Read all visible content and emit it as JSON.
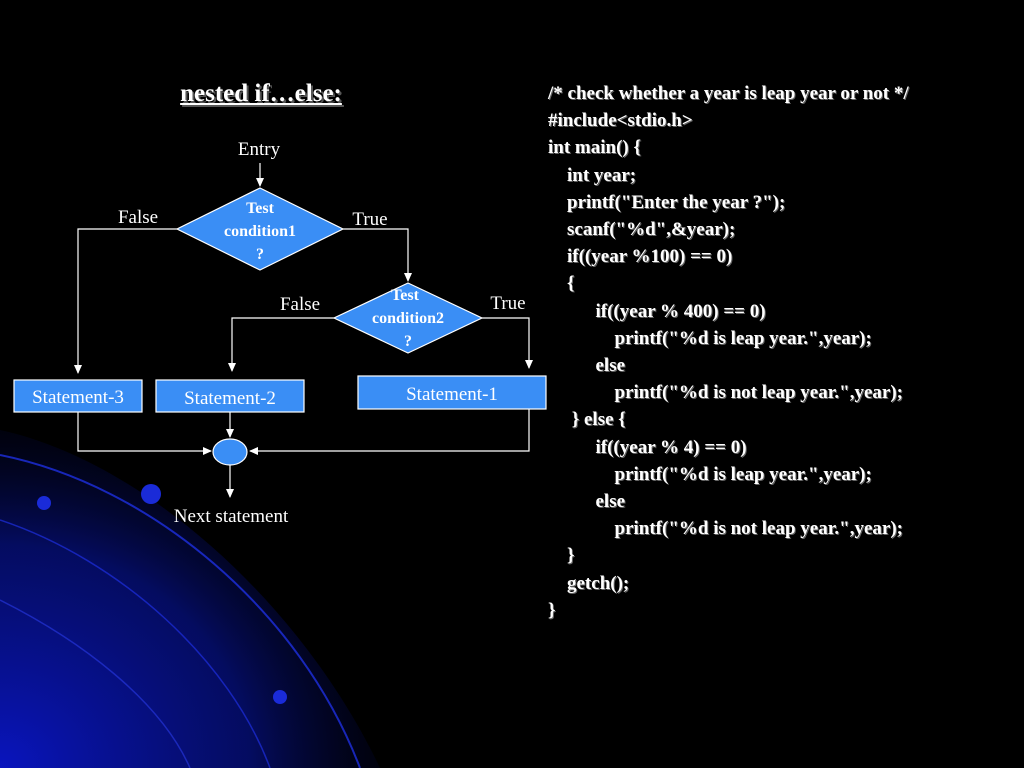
{
  "slide": {
    "title": "nested if…else:"
  },
  "flowchart": {
    "entry_label": "Entry",
    "condition1_lines": [
      "Test",
      "condition1",
      "?"
    ],
    "condition2_lines": [
      "Test",
      "condition2",
      "?"
    ],
    "cond1_false_label": "False",
    "cond1_true_label": "True",
    "cond2_false_label": "False",
    "cond2_true_label": "True",
    "statement1": "Statement-1",
    "statement2": "Statement-2",
    "statement3": "Statement-3",
    "next_label": "Next statement"
  },
  "code": {
    "lines": [
      "/* check whether a year is leap year or not */",
      "#include<stdio.h>",
      "int main() {",
      "    int year;",
      "    printf(\"Enter the year ?\");",
      "    scanf(\"%d\",&year);",
      "    if((year %100) == 0)",
      "    {",
      "          if((year % 400) == 0)",
      "              printf(\"%d is leap year.\",year);",
      "          else",
      "              printf(\"%d is not leap year.\",year);",
      "     } else {",
      "          if((year % 4) == 0)",
      "              printf(\"%d is leap year.\",year);",
      "          else",
      "              printf(\"%d is not leap year.\",year);",
      "    }",
      "    getch();",
      "}"
    ]
  },
  "colors": {
    "background": "#000000",
    "shape_fill": "#3a8ef5",
    "shape_stroke": "#ffffff",
    "accent_blue": "#0a16c8"
  }
}
